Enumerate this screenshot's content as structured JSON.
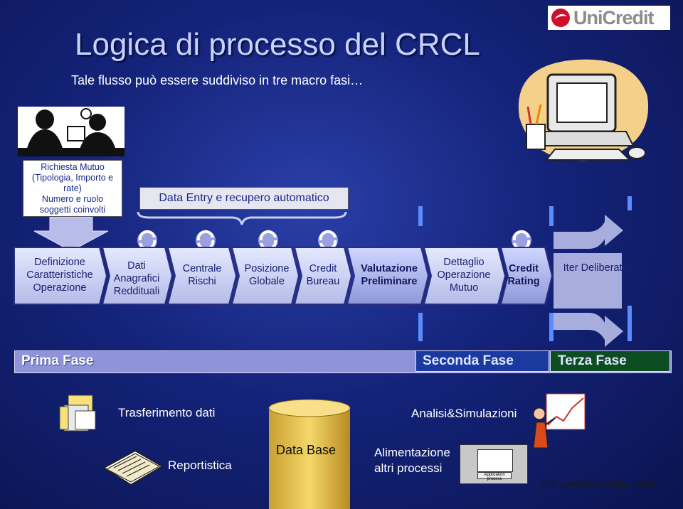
{
  "header": {
    "title": "Logica di processo del CRCL",
    "subtitle": "Tale flusso può essere suddiviso in tre macro fasi…",
    "logo_text": "UniCredit"
  },
  "boxes": {
    "richiesta": [
      "Richiesta Mutuo",
      "(Tipologia, Importo e",
      "rate)",
      "Numero e ruolo",
      "soggetti coinvolti"
    ],
    "data_entry": "Data Entry e recupero automatico"
  },
  "stages": [
    {
      "lines": [
        "Definizione",
        "Caratteristiche",
        "Operazione"
      ]
    },
    {
      "lines": [
        "Dati",
        "Anagrafici",
        "Reddituali"
      ]
    },
    {
      "lines": [
        "Centrale",
        "Rischi"
      ]
    },
    {
      "lines": [
        "Posizione",
        "Globale"
      ]
    },
    {
      "lines": [
        "Credit",
        "Bureau"
      ]
    },
    {
      "lines": [
        "Valutazione",
        "Preliminare"
      ]
    },
    {
      "lines": [
        "Dettaglio",
        "Operazione",
        "Mutuo"
      ]
    },
    {
      "lines": [
        "Credit",
        "Rating"
      ]
    },
    {
      "lines": [
        "Iter Deliberativi"
      ]
    }
  ],
  "phases": {
    "prima": "Prima Fase",
    "seconda": "Seconda Fase",
    "terza": "Terza Fase"
  },
  "bottom": {
    "trasferimento": "Trasferimento dati",
    "analisi": "Analisi&Simulazioni",
    "reportistica": "Reportistica",
    "database": "Data Base",
    "alimentazione_1": "Alimentazione",
    "alimentazione_2": "altri processi",
    "app_caption": "Application process",
    "copyright": "© Experian-Scorex 2003"
  },
  "colors": {
    "background": "#14237a",
    "title": "#c8d2ff",
    "stage_box": "#c8cff0",
    "phase_bar": "#8f93d8",
    "seconda": "#1a3aa0",
    "terza": "#0d4d22",
    "accent_dash": "#5a8cff"
  }
}
